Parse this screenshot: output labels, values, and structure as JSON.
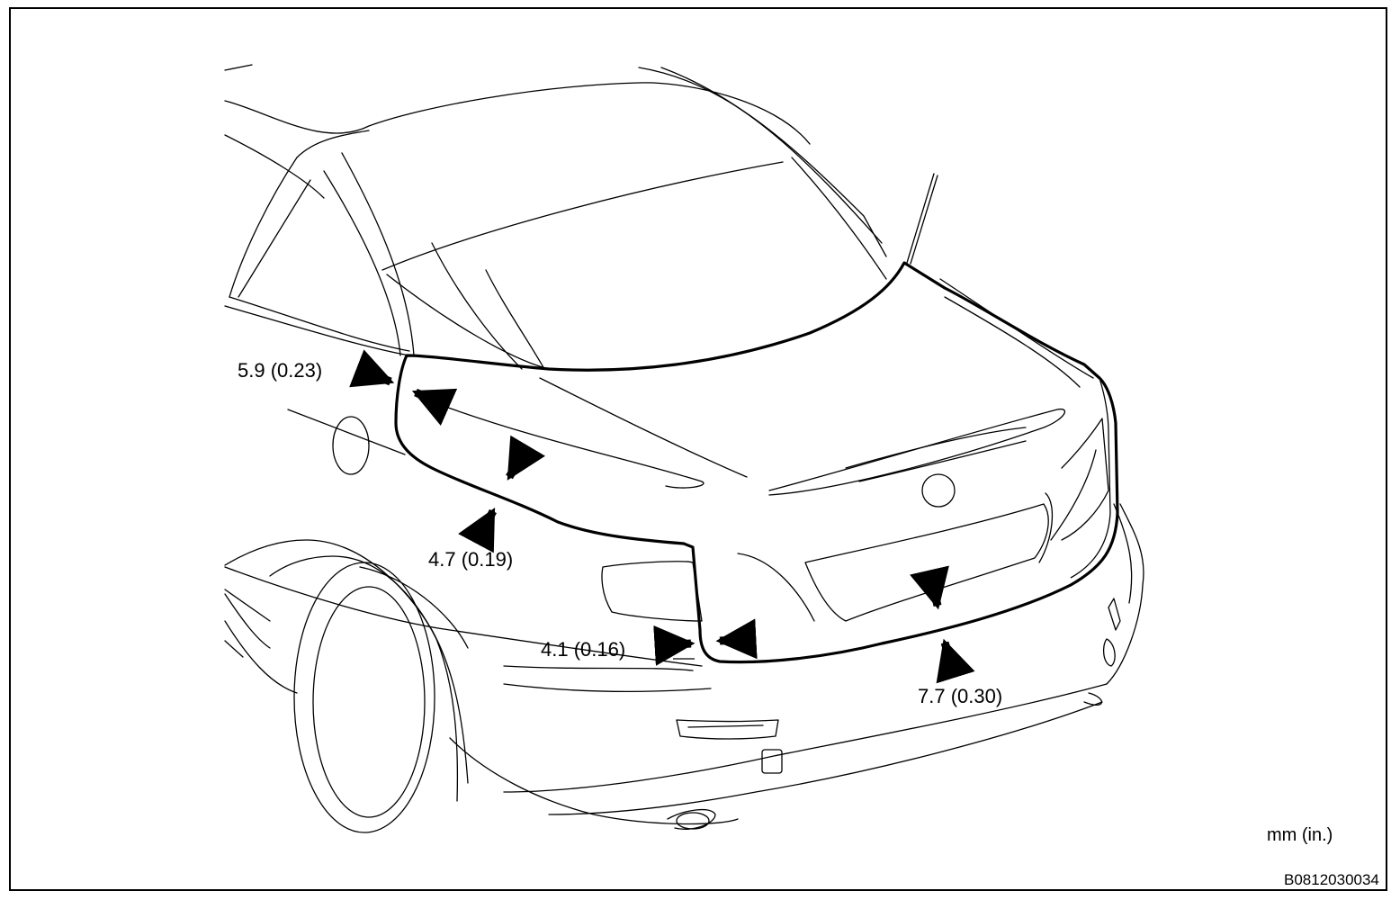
{
  "figure": {
    "units_label": "mm (in.)",
    "figure_code": "B0812030034",
    "subject": "trunk-lid-weatherstrip-adhesive-width",
    "colors": {
      "line": "#000000",
      "background": "#ffffff"
    }
  },
  "measurements": [
    {
      "id": "upper-left-corner",
      "label": "5.9 (0.23)"
    },
    {
      "id": "left-side",
      "label": "4.7 (0.19)"
    },
    {
      "id": "lower-left-corner",
      "label": "4.1 (0.16)"
    },
    {
      "id": "lower-edge",
      "label": "7.7 (0.30)"
    }
  ]
}
